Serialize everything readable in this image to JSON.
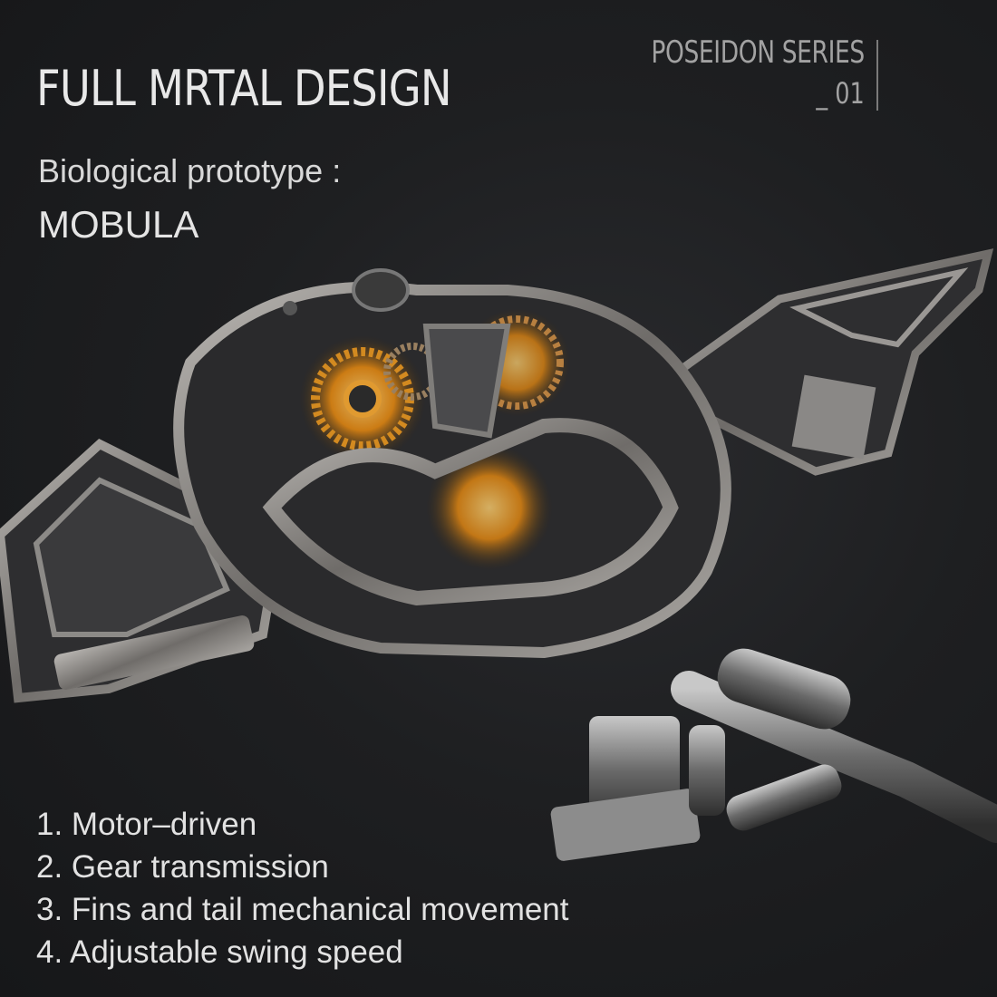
{
  "header": {
    "title": "FULL MRTAL DESIGN",
    "series_name": "POSEIDON SERIES",
    "series_number": "_ 01"
  },
  "prototype": {
    "label": "Biological prototype :",
    "value": "MOBULA"
  },
  "features": [
    "1. Motor–driven",
    "2. Gear transmission",
    "3. Fins and tail mechanical movement",
    "4. Adjustable swing speed"
  ],
  "image": {
    "subject": "mechanical-mobula-ray-model",
    "colors": {
      "background": "#1c1d1f",
      "metal": "#8a8886",
      "metal_dark": "#4a4a4c",
      "glow": "#f0a020"
    }
  }
}
